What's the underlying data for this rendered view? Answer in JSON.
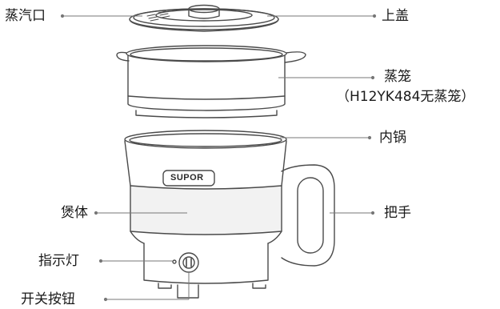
{
  "brand": "SUPOR",
  "labels": {
    "steam_vent": "蒸汽口",
    "lid": "上盖",
    "steamer": "蒸笼",
    "steamer_note": "（H12YK484无蒸笼）",
    "inner_pot": "内锅",
    "body": "煲体",
    "handle": "把手",
    "indicator_light": "指示灯",
    "power_button": "开关按钮"
  },
  "colors": {
    "stroke": "#4a4a4a",
    "leader": "#777777",
    "text": "#1a1a1a"
  }
}
